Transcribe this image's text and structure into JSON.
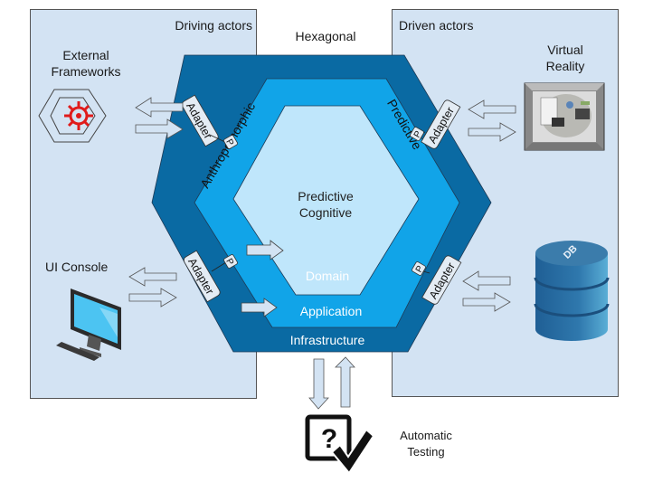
{
  "title": "Hexagonal",
  "panels": {
    "left": {
      "label": "Driving actors"
    },
    "right": {
      "label": "Driven actors"
    }
  },
  "layers": {
    "outer": {
      "label": "Infrastructure",
      "color": "#0a6aa3"
    },
    "middle": {
      "label": "Application",
      "color": "#11a4e8"
    },
    "inner": {
      "label": "Domain",
      "color": "#bfe6fb"
    }
  },
  "core_label": [
    "Predictive",
    "Cognitive"
  ],
  "middle_side_labels": {
    "left": "Anthropomorphic",
    "right": "Predictive"
  },
  "adapters": {
    "label": "Adapter",
    "port_label": "P"
  },
  "actors": {
    "external_frameworks": {
      "label": [
        "External",
        "Frameworks"
      ],
      "icon": "gear-hexagon-icon"
    },
    "ui_console": {
      "label": "UI Console",
      "icon": "monitor-icon"
    },
    "virtual_reality": {
      "label": [
        "Virtual",
        "Reality"
      ],
      "icon": "vr-photo-icon"
    },
    "database": {
      "label": "DB",
      "icon": "database-icon"
    },
    "automatic_testing": {
      "label": [
        "Automatic",
        "Testing"
      ],
      "icon": "question-check-icon"
    }
  },
  "colors": {
    "panel": "#d3e3f3",
    "arrow_fill": "#d3e3f3",
    "arrow_stroke": "#555555",
    "gear_red": "#e01b1b"
  }
}
